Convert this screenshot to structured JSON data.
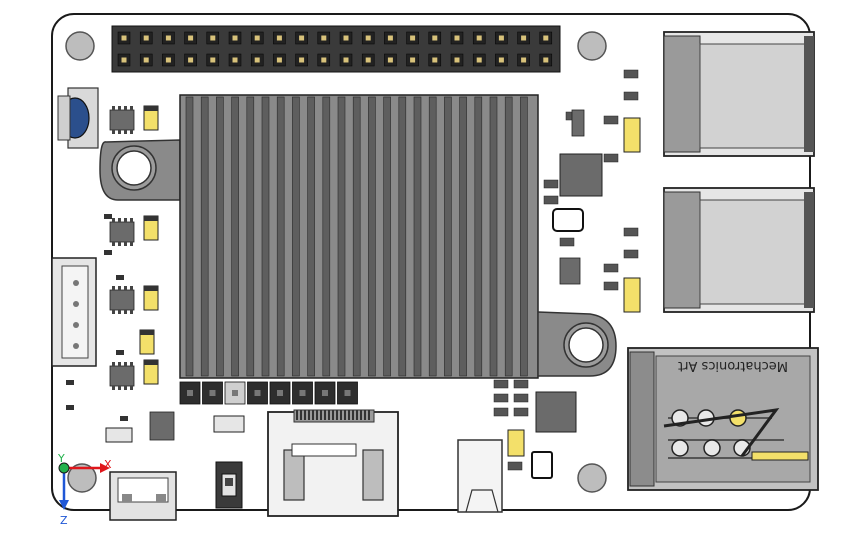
{
  "board": {
    "silkscreen_text": "Mechatronics Art",
    "colors": {
      "pcb": "#ffffff",
      "outline": "#1a1a1a",
      "heatsink": "#8a8a8a",
      "heatsink_fin": "#5e5e5e",
      "connector_metal": "#9a9a9a",
      "chip": "#6b6b6b",
      "cap_body": "#f3e06a",
      "axis_x": "#e0161b",
      "axis_y": "#22b24c",
      "axis_z": "#1f57d6"
    }
  },
  "axes": {
    "x_label": "X",
    "y_label": "Y",
    "z_label": "Z"
  }
}
